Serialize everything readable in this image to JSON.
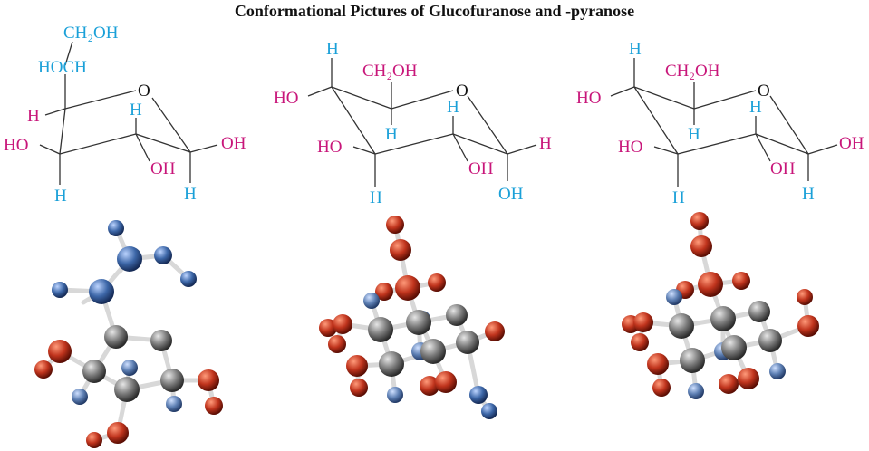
{
  "title": "Conformational Pictures of Glucofuranose and -pyranose",
  "colors": {
    "hydrogen_label": "#1aa0d8",
    "group_label": "#c8167a",
    "bond": "#333333",
    "carbon_ball": "#7a7a7a",
    "oxygen_ball": "#c0341d",
    "hydrogen_ball": "#5d7fb3"
  },
  "furanose": {
    "ch2oh": "CH₂OH",
    "hoch": "HOCH",
    "h_c4": "H",
    "ring_o": "O",
    "h_c2": "H",
    "ho_c3": "HO",
    "oh_c2": "OH",
    "oh_c1": "OH",
    "h_c3": "H",
    "h_c1": "H"
  },
  "pyranose_alpha": {
    "h_top": "H",
    "ch2oh": "CH₂OH",
    "ho_c4": "HO",
    "ring_o": "O",
    "h_c5": "H",
    "h_c2": "H",
    "ho_c3": "HO",
    "oh_c2": "OH",
    "h_c1": "H",
    "h_c3": "H",
    "oh_c1": "OH"
  },
  "pyranose_beta": {
    "h_top": "H",
    "ch2oh": "CH₂OH",
    "ho_c4": "HO",
    "ring_o": "O",
    "h_c5": "H",
    "h_c2": "H",
    "ho_c3": "HO",
    "oh_c2": "OH",
    "oh_c1": "OH",
    "h_c3": "H",
    "h_c1": "H"
  }
}
